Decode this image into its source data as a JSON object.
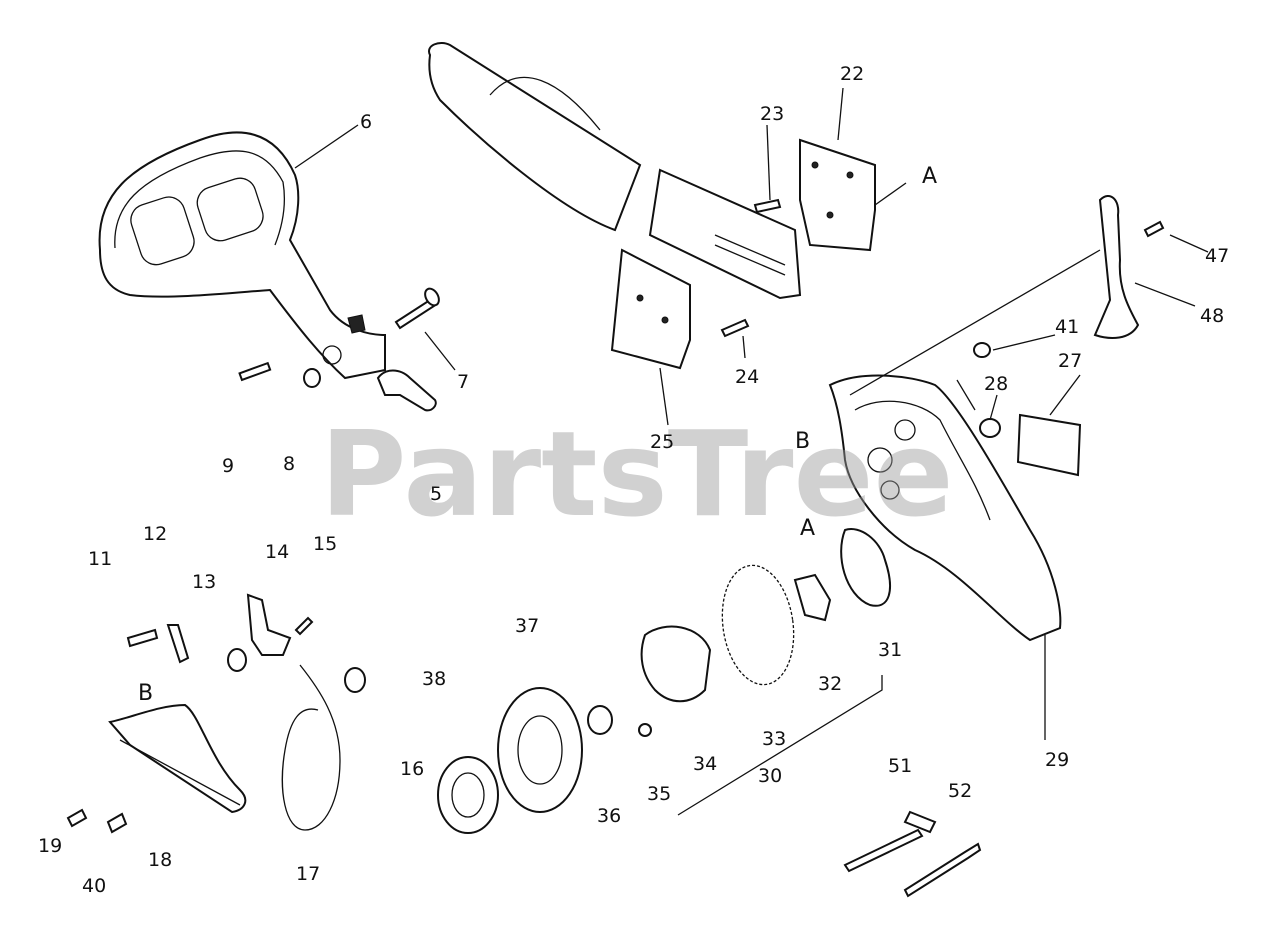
{
  "watermark": "PartsTree",
  "callouts": [
    {
      "id": "c6",
      "text": "6"
    },
    {
      "id": "c7",
      "text": "7"
    },
    {
      "id": "c9",
      "text": "9"
    },
    {
      "id": "c8",
      "text": "8"
    },
    {
      "id": "c5",
      "text": "5"
    },
    {
      "id": "c22",
      "text": "22"
    },
    {
      "id": "c23",
      "text": "23"
    },
    {
      "id": "cA1",
      "text": "A"
    },
    {
      "id": "c24",
      "text": "24"
    },
    {
      "id": "c25",
      "text": "25"
    },
    {
      "id": "c47",
      "text": "47"
    },
    {
      "id": "c48",
      "text": "48"
    },
    {
      "id": "c41",
      "text": "41"
    },
    {
      "id": "c28",
      "text": "28"
    },
    {
      "id": "c27",
      "text": "27"
    },
    {
      "id": "cB1",
      "text": "B"
    },
    {
      "id": "cA2",
      "text": "A"
    },
    {
      "id": "c11",
      "text": "11"
    },
    {
      "id": "c12",
      "text": "12"
    },
    {
      "id": "c13",
      "text": "13"
    },
    {
      "id": "c14",
      "text": "14"
    },
    {
      "id": "c15",
      "text": "15"
    },
    {
      "id": "c37",
      "text": "37"
    },
    {
      "id": "c38",
      "text": "38"
    },
    {
      "id": "c16",
      "text": "16"
    },
    {
      "id": "cB2",
      "text": "B"
    },
    {
      "id": "c19",
      "text": "19"
    },
    {
      "id": "c40",
      "text": "40"
    },
    {
      "id": "c18",
      "text": "18"
    },
    {
      "id": "c17",
      "text": "17"
    },
    {
      "id": "c36",
      "text": "36"
    },
    {
      "id": "c35",
      "text": "35"
    },
    {
      "id": "c34",
      "text": "34"
    },
    {
      "id": "c33",
      "text": "33"
    },
    {
      "id": "c30",
      "text": "30"
    },
    {
      "id": "c32",
      "text": "32"
    },
    {
      "id": "c31",
      "text": "31"
    },
    {
      "id": "c29",
      "text": "29"
    },
    {
      "id": "c51",
      "text": "51"
    },
    {
      "id": "c52",
      "text": "52"
    }
  ]
}
